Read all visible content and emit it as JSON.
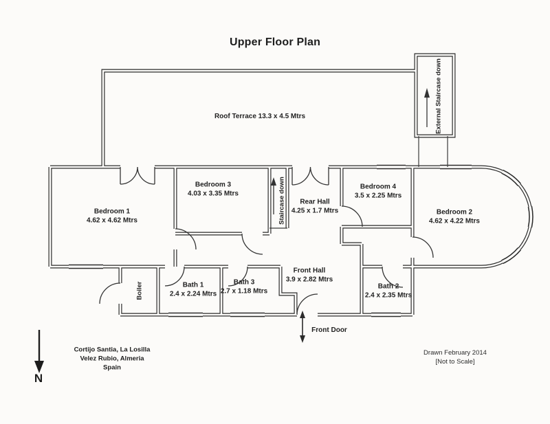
{
  "title": "Upper Floor Plan",
  "terrace": {
    "label": "Roof Terrace 13.3 x 4.5 Mtrs"
  },
  "external_staircase": {
    "label": "External Staircase down"
  },
  "staircase": {
    "label": "Staircase down"
  },
  "boiler": {
    "label": "Boiler"
  },
  "front_door": {
    "label": "Front Door"
  },
  "compass": {
    "label": "N"
  },
  "rooms": {
    "bedroom1": {
      "name": "Bedroom 1",
      "dims": "4.62 x 4.62 Mtrs"
    },
    "bedroom3": {
      "name": "Bedroom 3",
      "dims": "4.03 x 3.35 Mtrs"
    },
    "rear_hall": {
      "name": "Rear Hall",
      "dims": "4.25 x 1.7 Mtrs"
    },
    "bedroom4": {
      "name": "Bedroom 4",
      "dims": "3.5 x 2.25 Mtrs"
    },
    "bedroom2": {
      "name": "Bedroom 2",
      "dims": "4.62 x 4.22 Mtrs"
    },
    "bath1": {
      "name": "Bath 1",
      "dims": "2.4 x 2.24 Mtrs"
    },
    "bath3": {
      "name": "Bath 3",
      "dims": "2.7 x 1.18 Mtrs"
    },
    "front_hall": {
      "name": "Front Hall",
      "dims": "3.9 x 2.82 Mtrs"
    },
    "bath2": {
      "name": "Bath 2",
      "dims": "2.4 x 2.35 Mtrs"
    }
  },
  "footer": {
    "address_line1": "Cortijo Santia, La Losilla",
    "address_line2": "Velez Rubio, Almeria",
    "address_line3": "Spain",
    "drawn_line1": "Drawn February 2014",
    "drawn_line2": "[Not to Scale]"
  },
  "colors": {
    "ink": "#2b2b2b",
    "paper": "#fcfbf9"
  }
}
